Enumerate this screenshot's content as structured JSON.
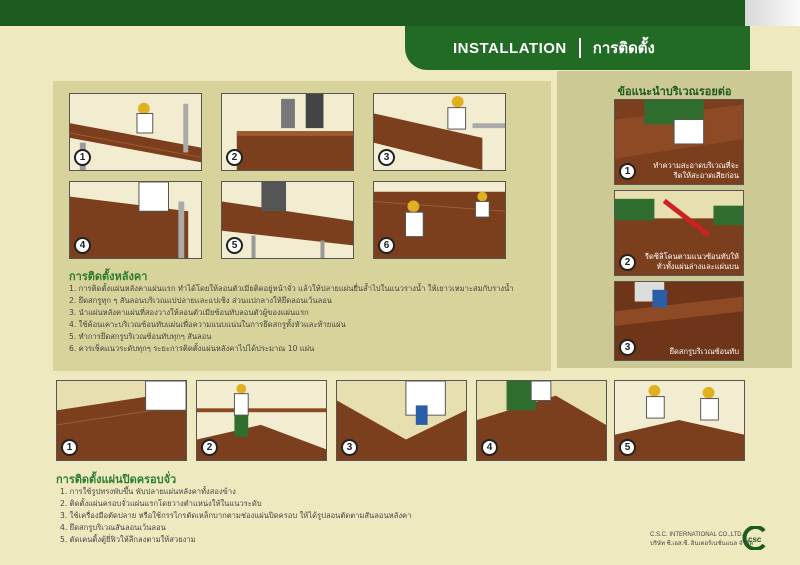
{
  "header": {
    "title_en": "INSTALLATION",
    "title_th": "การติดตั้ง"
  },
  "roof_section": {
    "heading": "การติดตั้งหลังคา",
    "steps": [
      "1. การติดตั้งแผ่นหลังคาแผ่นแรก ทำได้โดยให้ลอนตัวเมียติดอยู่หน้าจั่ว แล้วให้ปลายแผ่นยื่นล้ำไปในแนวรางน้ำ ให้เยาวเหมาะสมกับรางน้ำ",
      "2. ยึดสกรูทุก ๆ สันลอนบริเวณแปปลายและแปเชิง ส่วนแปกลางให้ยึดลอนเว้นลอน",
      "3. นำแผ่นหลังคาแผ่นที่สองวางให้ลอนตัวเมียซ้อนทับลอนตัวผู้ของแผ่นแรก",
      "4. ใช้ค้อนเคาะบริเวณซ้อนทับแผ่นเพื่อความแนบแน่นในการยึดสกรูทั้งหัวและท้ายแผ่น",
      "5. ทำการยึดสกรูบริเวณซ้อนทับทุกๆ สันลอน",
      "6. ควรเช็คแนวระดับทุกๆ ระยะการติดตั้งแผ่นหลังคาไปได้ประมาณ 10 แผ่น"
    ],
    "photo_numbers": [
      "1",
      "2",
      "3",
      "4",
      "5",
      "6"
    ]
  },
  "overlap_section": {
    "heading": "ข้อแนะนำบริเวณรอยต่อ",
    "photos": [
      {
        "num": "1",
        "caption": "ทำความสะอาดบริเวณที่จะรีดให้สะอาดเสียก่อน"
      },
      {
        "num": "2",
        "caption": "รีดซิลิโคนตามแนวซ้อนทับให้ทั่วทั้งแผ่นล่างและแผ่นบน"
      },
      {
        "num": "3",
        "caption": "ยึดสกรูบริเวณซ้อนทับ"
      }
    ]
  },
  "ridge_section": {
    "heading": "การติดตั้งแผ่นปิดครอบจั่ว",
    "photo_numbers": [
      "1",
      "2",
      "3",
      "4",
      "5"
    ],
    "steps": [
      "1. การใช้รูปทรงพับขึ้น พับปลายแผ่นหลังคาทั้งสองข้าง",
      "2. ติดตั้งแผ่นครอบจั่วแผ่นแรกโดยวางตำแหน่งให้ในแนวระดับ",
      "3. ใช้เครื่องมือตัดปลาย หรือใช้กรรไกรตัดเหล็กบากตามช่องแผ่นปิดครอบ ให้ได้รูปลอนตัดตามสันลอนหลังคา",
      "4. ยึดสกรูบริเวณสันลอนเว้นลอน",
      "5. ตัดเคนติ้งตู้ยี่ฟิวให้ลึกลงตามให้สวยงาม"
    ]
  },
  "footer": {
    "company_en": "C.S.C. INTERNATIONAL CO.,LTD.",
    "company_th": "บริษัท ซี.เอส.ซี. อินเตอร์เนชั่นแนล จำกัด",
    "logo_letters": "csc"
  },
  "colors": {
    "dark_green": "#1d5a1f",
    "accent_green": "#2e7d2f",
    "panel": "#d7d39a",
    "roof_brown": "#7b3f1e",
    "background": "#efe9c0"
  }
}
